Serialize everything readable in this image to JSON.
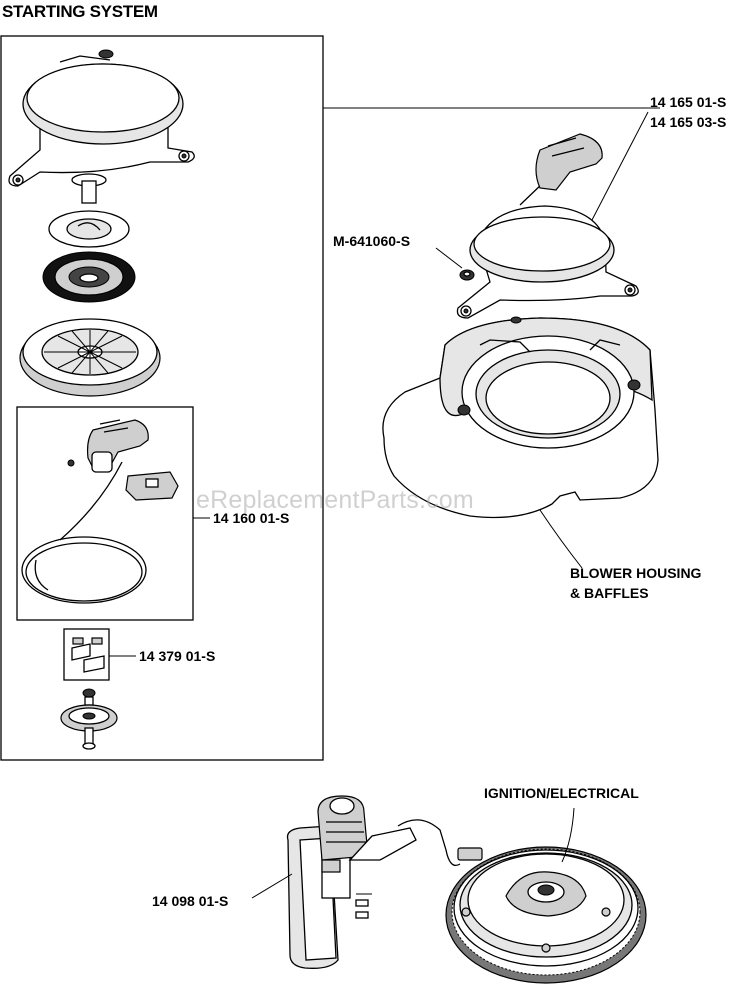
{
  "title": "STARTING SYSTEM",
  "watermark": "eReplacementParts.com",
  "labels": {
    "recoil_1": "14 165 01-S",
    "recoil_2": "14 165 03-S",
    "nut": "M-641060-S",
    "handle_kit": "14 160 01-S",
    "dog_kit": "14 379 01-S",
    "blower_1": "BLOWER HOUSING",
    "blower_2": "& BAFFLES",
    "ignition": "IGNITION/ELECTRICAL",
    "starter": "14 098 01-S"
  }
}
